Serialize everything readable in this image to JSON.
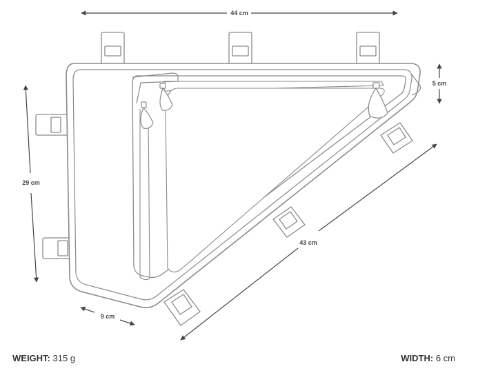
{
  "dimensions": {
    "top_width": "44 cm",
    "height": "29 cm",
    "depth_small": "5 cm",
    "diagonal": "43 cm",
    "bottom": "9 cm"
  },
  "specs": {
    "weight_label": "WEIGHT:",
    "weight_value": "315 g",
    "width_label": "WIDTH:",
    "width_value": "6 cm"
  },
  "colors": {
    "line": "#8a8a8a",
    "dimension": "#444444",
    "text": "#333333"
  }
}
